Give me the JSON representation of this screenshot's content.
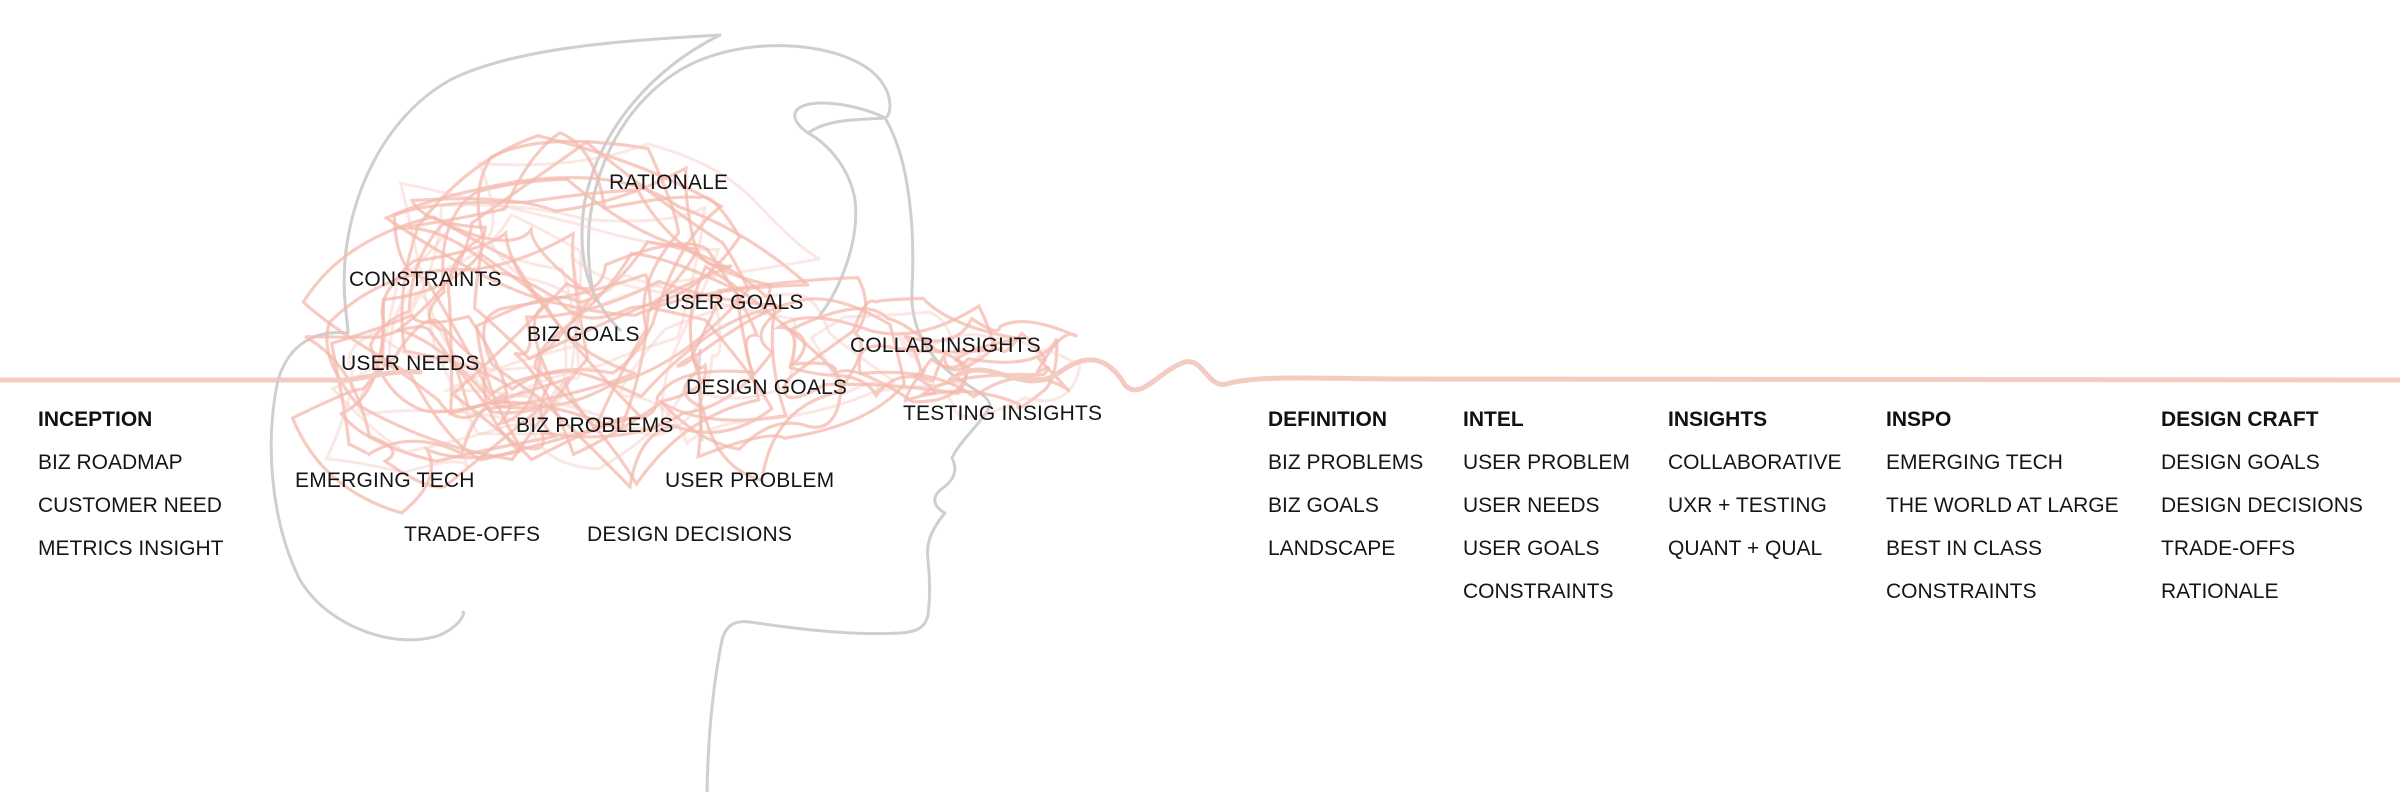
{
  "illustration": {
    "subject": "head-profile-with-tangled-thread",
    "colors": {
      "outline": "#cfcfcf",
      "thread": "#f4b9ad",
      "text": "#111111"
    },
    "tangle_labels": [
      {
        "id": "rationale",
        "text": "RATIONALE"
      },
      {
        "id": "constraints",
        "text": "CONSTRAINTS"
      },
      {
        "id": "user-goals",
        "text": "USER GOALS"
      },
      {
        "id": "biz-goals",
        "text": "BIZ GOALS"
      },
      {
        "id": "collab-insights",
        "text": "COLLAB INSIGHTS"
      },
      {
        "id": "user-needs",
        "text": "USER NEEDS"
      },
      {
        "id": "design-goals",
        "text": "DESIGN GOALS"
      },
      {
        "id": "testing-insights",
        "text": "TESTING INSIGHTS"
      },
      {
        "id": "biz-problems",
        "text": "BIZ PROBLEMS"
      },
      {
        "id": "emerging-tech",
        "text": "EMERGING TECH"
      },
      {
        "id": "user-problem",
        "text": "USER PROBLEM"
      },
      {
        "id": "trade-offs",
        "text": "TRADE-OFFS"
      },
      {
        "id": "design-decisions",
        "text": "DESIGN DECISIONS"
      }
    ]
  },
  "columns": [
    {
      "header": "INCEPTION",
      "items": [
        "BIZ ROADMAP",
        "CUSTOMER NEED",
        "METRICS INSIGHT"
      ]
    },
    {
      "header": "DEFINITION",
      "items": [
        "BIZ PROBLEMS",
        "BIZ GOALS",
        "LANDSCAPE"
      ]
    },
    {
      "header": "INTEL",
      "items": [
        "USER PROBLEM",
        "USER NEEDS",
        "USER GOALS",
        "CONSTRAINTS"
      ]
    },
    {
      "header": "INSIGHTS",
      "items": [
        "COLLABORATIVE",
        "UXR + TESTING",
        "QUANT + QUAL"
      ]
    },
    {
      "header": "INSPO",
      "items": [
        "EMERGING TECH",
        "THE WORLD AT LARGE",
        "BEST IN CLASS",
        "CONSTRAINTS"
      ]
    },
    {
      "header": "DESIGN CRAFT",
      "items": [
        "DESIGN GOALS",
        "DESIGN DECISIONS",
        "TRADE-OFFS",
        "RATIONALE"
      ]
    }
  ]
}
